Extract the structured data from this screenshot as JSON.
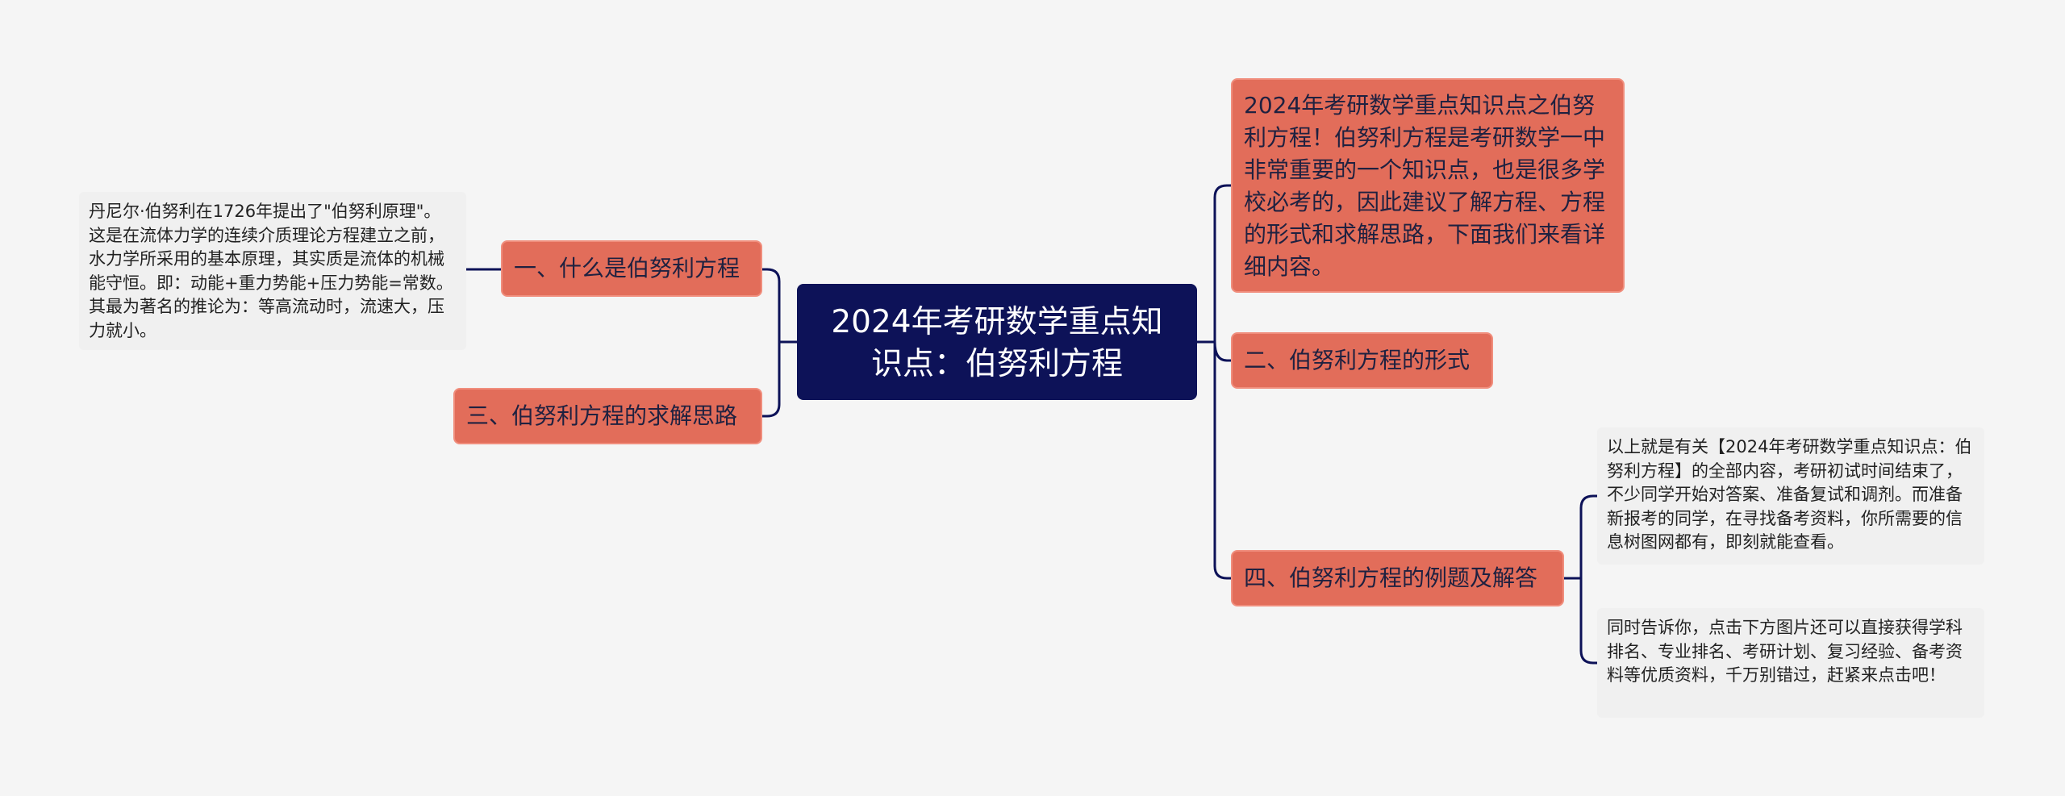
{
  "mindmap": {
    "central": "2024年考研数学重点知识点：伯努利方程",
    "branches": {
      "what_is": "一、什么是伯努利方程",
      "solving": "三、伯努利方程的求解思路",
      "intro": "2024年考研数学重点知识点之伯努利方程！伯努利方程是考研数学一中非常重要的一个知识点，也是很多学校必考的，因此建议了解方程、方程的形式和求解思路，下面我们来看详细内容。",
      "form": "二、伯努利方程的形式",
      "examples": "四、伯努利方程的例题及解答"
    },
    "notes": {
      "what_is_detail": "丹尼尔·伯努利在1726年提出了\"伯努利原理\"。这是在流体力学的连续介质理论方程建立之前，水力学所采用的基本原理，其实质是流体的机械能守恒。即：动能+重力势能+压力势能=常数。其最为著名的推论为：等高流动时，流速大，压力就小。",
      "examples_detail_1": "以上就是有关【2024年考研数学重点知识点：伯努利方程】的全部内容，考研初试时间结束了，不少同学开始对答案、准备复试和调剂。而准备新报考的同学，在寻找备考资料，你所需要的信息树图网都有，即刻就能查看。",
      "examples_detail_2": "同时告诉你，点击下方图片还可以直接获得学科排名、专业排名、考研计划、复习经验、备考资料等优质资料，千万别错过，赶紧来点击吧！"
    }
  },
  "colors": {
    "background": "#f5f5f5",
    "central_fill": "#0d1258",
    "branch_fill": "#e26d5a",
    "note_fill": "#f0f0f0",
    "connector": "#0d1258"
  }
}
